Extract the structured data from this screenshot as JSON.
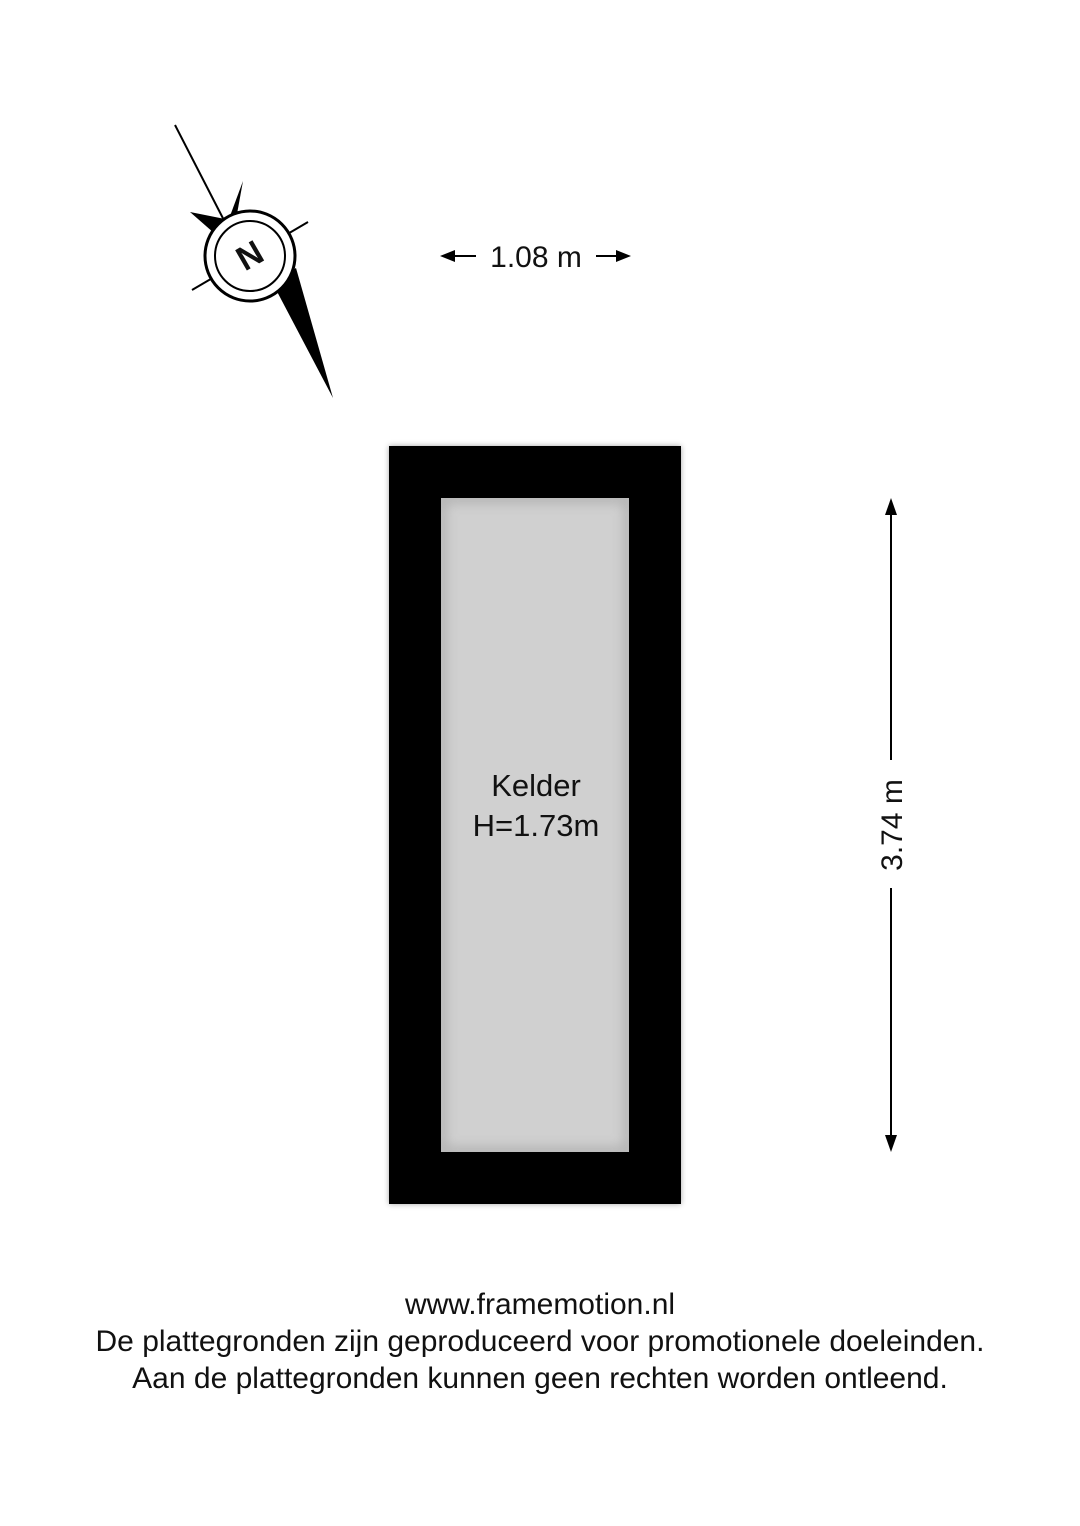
{
  "compass": {
    "letter": "N",
    "icon": "north-arrow-icon"
  },
  "dimensions": {
    "width_label": "1.08 m",
    "height_label": "3.74 m"
  },
  "room": {
    "name": "Kelder",
    "height_label": "H=1.73m"
  },
  "colors": {
    "wall": "#000000",
    "floor": "#d0d0d0",
    "text": "#111111"
  },
  "footer": {
    "website": "www.framemotion.nl",
    "disclaimer_line1": "De plattegronden zijn geproduceerd voor promotionele doeleinden.",
    "disclaimer_line2": "Aan de plattegronden kunnen geen rechten worden ontleend."
  }
}
